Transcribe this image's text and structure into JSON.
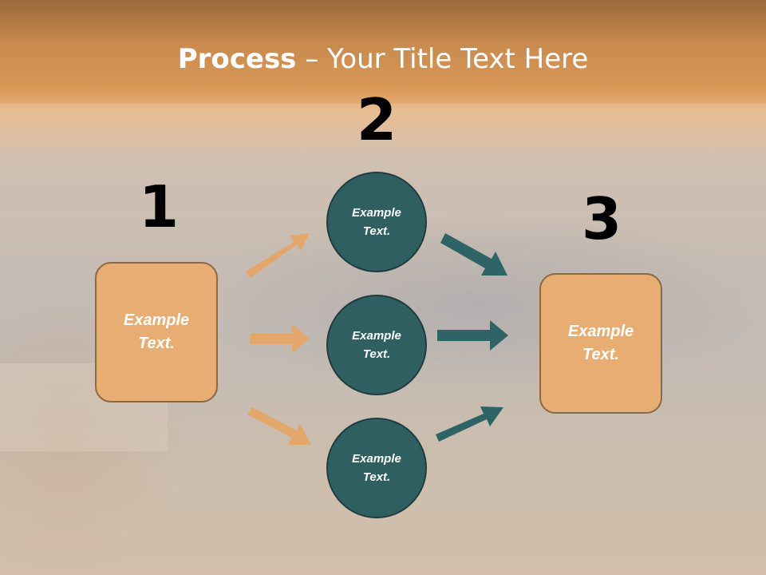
{
  "slide": {
    "title_bold": "Process",
    "title_rest": " – Your Title Text Here",
    "steps": [
      {
        "number": "1",
        "text_line1": "Example",
        "text_line2": "Text."
      },
      {
        "number": "2"
      },
      {
        "number": "3",
        "text_line1": "Example",
        "text_line2": "Text."
      }
    ],
    "circles": [
      {
        "text_line1": "Example",
        "text_line2": "Text."
      },
      {
        "text_line1": "Example",
        "text_line2": "Text."
      },
      {
        "text_line1": "Example",
        "text_line2": "Text."
      }
    ],
    "colors": {
      "box_fill": "#e8ad72",
      "box_border": "#8a6a45",
      "circle_fill": "#2f5f60",
      "orange_arrow": "#e3a66b",
      "teal_arrow": "#2f6466"
    }
  }
}
